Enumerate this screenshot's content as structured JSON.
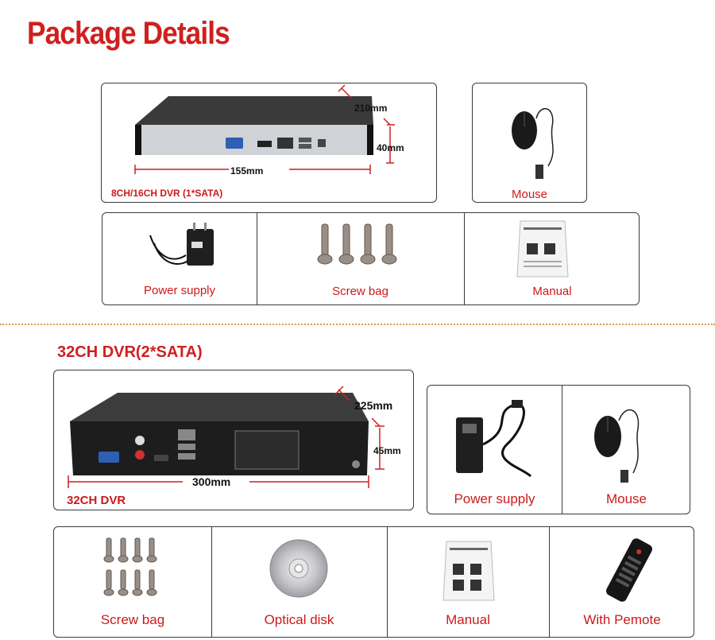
{
  "header": {
    "title": "Package Details"
  },
  "section1": {
    "dvr": {
      "label": "8CH/16CH DVR (1*SATA)",
      "depth": "210mm",
      "height": "40mm",
      "width": "155mm"
    },
    "mouse": {
      "caption": "Mouse"
    },
    "power": {
      "caption": "Power supply"
    },
    "screws": {
      "caption": "Screw bag"
    },
    "manual": {
      "caption": "Manual"
    }
  },
  "section2": {
    "title": "32CH DVR(2*SATA)",
    "dvr": {
      "label": "32CH DVR",
      "depth": "225mm",
      "height": "45mm",
      "width": "300mm"
    },
    "power": {
      "caption": "Power supply"
    },
    "mouse": {
      "caption": "Mouse"
    },
    "screws": {
      "caption": "Screw bag"
    },
    "disk": {
      "caption": "Optical disk"
    },
    "manual": {
      "caption": "Manual"
    },
    "remote": {
      "caption": "With Pemote"
    }
  },
  "colors": {
    "accent": "#d01f1f",
    "border": "#3a3a3a",
    "divider": "#e59a4a"
  }
}
